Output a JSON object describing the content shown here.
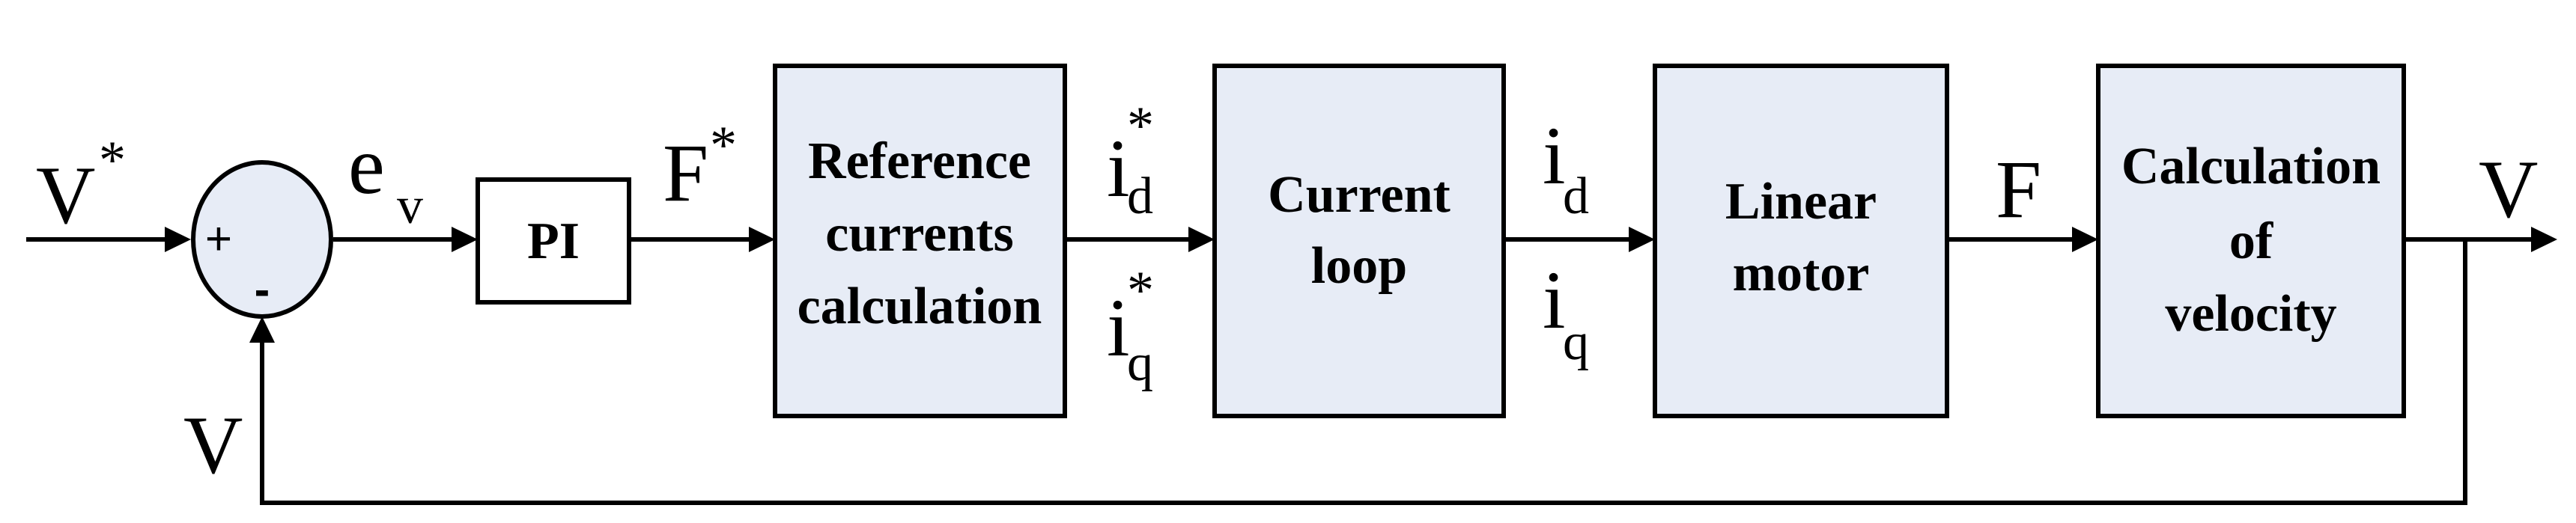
{
  "blocks": {
    "pi": [
      "PI"
    ],
    "reference": [
      "Reference",
      "currents",
      "calculation"
    ],
    "current_loop": [
      "Current",
      "loop"
    ],
    "motor": [
      "Linear",
      "motor"
    ],
    "velocity_calc": [
      "Calculation",
      "of",
      "velocity"
    ]
  },
  "signals": {
    "input": {
      "base": "V",
      "sup": "*"
    },
    "error": {
      "base": "e",
      "sub": "v"
    },
    "force_ref": {
      "base": "F",
      "sup": "*"
    },
    "id_ref": {
      "base": "i",
      "sub": "d",
      "sup": "*"
    },
    "iq_ref": {
      "base": "i",
      "sub": "q",
      "sup": "*"
    },
    "id": {
      "base": "i",
      "sub": "d"
    },
    "iq": {
      "base": "i",
      "sub": "q"
    },
    "force": {
      "base": "F"
    },
    "output": {
      "base": "V"
    },
    "feedback": {
      "base": "V"
    }
  },
  "summing": {
    "plus": "+",
    "minus": "-"
  },
  "colors": {
    "block_fill": "#e7ecf6",
    "line": "#000000"
  }
}
